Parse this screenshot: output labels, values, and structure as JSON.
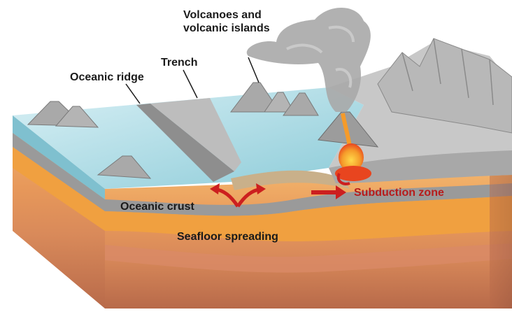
{
  "labels": {
    "volcanoes": "Volcanoes and\nvolcanic islands",
    "trench": "Trench",
    "oceanic_ridge": "Oceanic ridge",
    "subduction_zone": "Subduction zone",
    "oceanic_crust": "Oceanic crust",
    "seafloor_spreading": "Seafloor spreading"
  },
  "colors": {
    "ocean_surface": "#d6eef5",
    "water": "#9fd2dd",
    "oceanic_crust": "#a9a9a9",
    "mantle": "#f0a040",
    "deep_mantle": "#c46a3a",
    "magma": "#e8451f",
    "arrow": "#cc1f1f",
    "mountain": "#b8b8b8"
  }
}
